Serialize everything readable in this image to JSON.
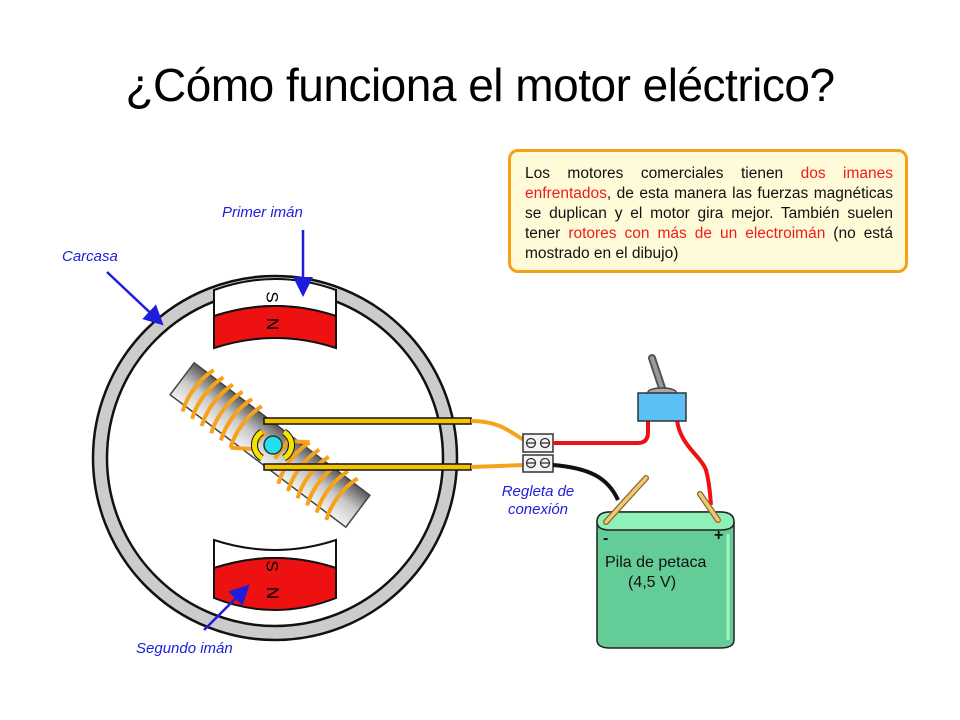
{
  "slide": {
    "title": "¿Cómo funciona el motor eléctrico?"
  },
  "note": {
    "segments": [
      {
        "text": "Los motores comerciales tienen ",
        "highlight": false
      },
      {
        "text": "dos imanes enfrentados",
        "highlight": true
      },
      {
        "text": ", de esta manera las fuerzas magnéticas se duplican y el motor gira mejor. También suelen tener ",
        "highlight": false
      },
      {
        "text": "rotores con más de un electroimán",
        "highlight": true
      },
      {
        "text": " (no está mostrado en el dibujo)",
        "highlight": false
      }
    ],
    "border_color": "#f4a11a",
    "highlight_color": "#ee1c1c"
  },
  "labels": {
    "carcasa": "Carcasa",
    "primer_iman": "Primer imán",
    "segundo_iman": "Segundo imán",
    "regleta_line1": "Regleta de",
    "regleta_line2": "conexión"
  },
  "magnets": {
    "top": {
      "south": "S",
      "north": "N"
    },
    "bottom": {
      "south": "S",
      "north": "N"
    }
  },
  "battery": {
    "name": "Pila de petaca",
    "voltage": "(4,5 V)",
    "minus": "-",
    "plus": "+"
  },
  "colors": {
    "label_blue": "#1d1ddb",
    "magnet_red": "#ee1111",
    "casing_gray": "#cccccc",
    "coil_orange": "#f7a21b",
    "brush_yellow": "#f5c400",
    "switch_blue": "#5bc0f4",
    "battery_green": "#63cc97",
    "wire_red": "#ee1111",
    "wire_black": "#111111"
  }
}
